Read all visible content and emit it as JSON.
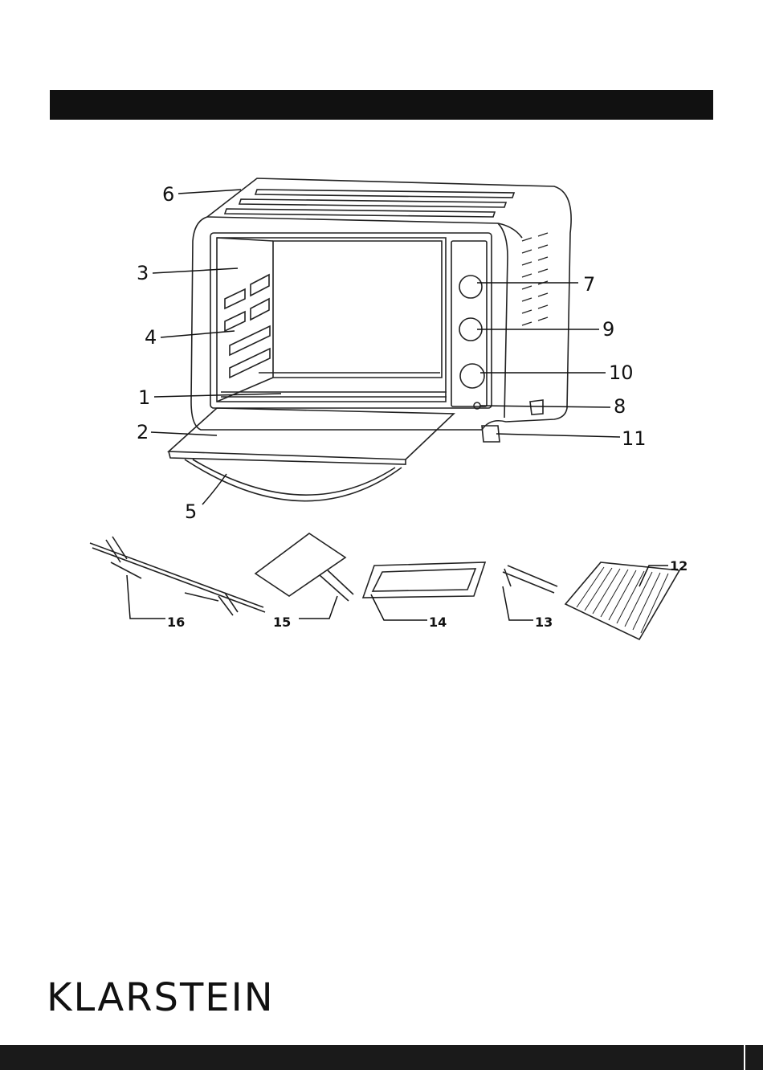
{
  "labels": {
    "l1": "1",
    "l2": "2",
    "l3": "3",
    "l4": "4",
    "l5": "5",
    "l6": "6",
    "l7": "7",
    "l8": "8",
    "l9": "9",
    "l10": "10",
    "l11": "11",
    "l12": "12",
    "l13": "13",
    "l14": "14",
    "l15": "15",
    "l16": "16"
  },
  "brand": {
    "name": "KLARSTEIN"
  },
  "colors": {
    "bar": "#111111",
    "line": "#111111",
    "background": "#ffffff"
  }
}
